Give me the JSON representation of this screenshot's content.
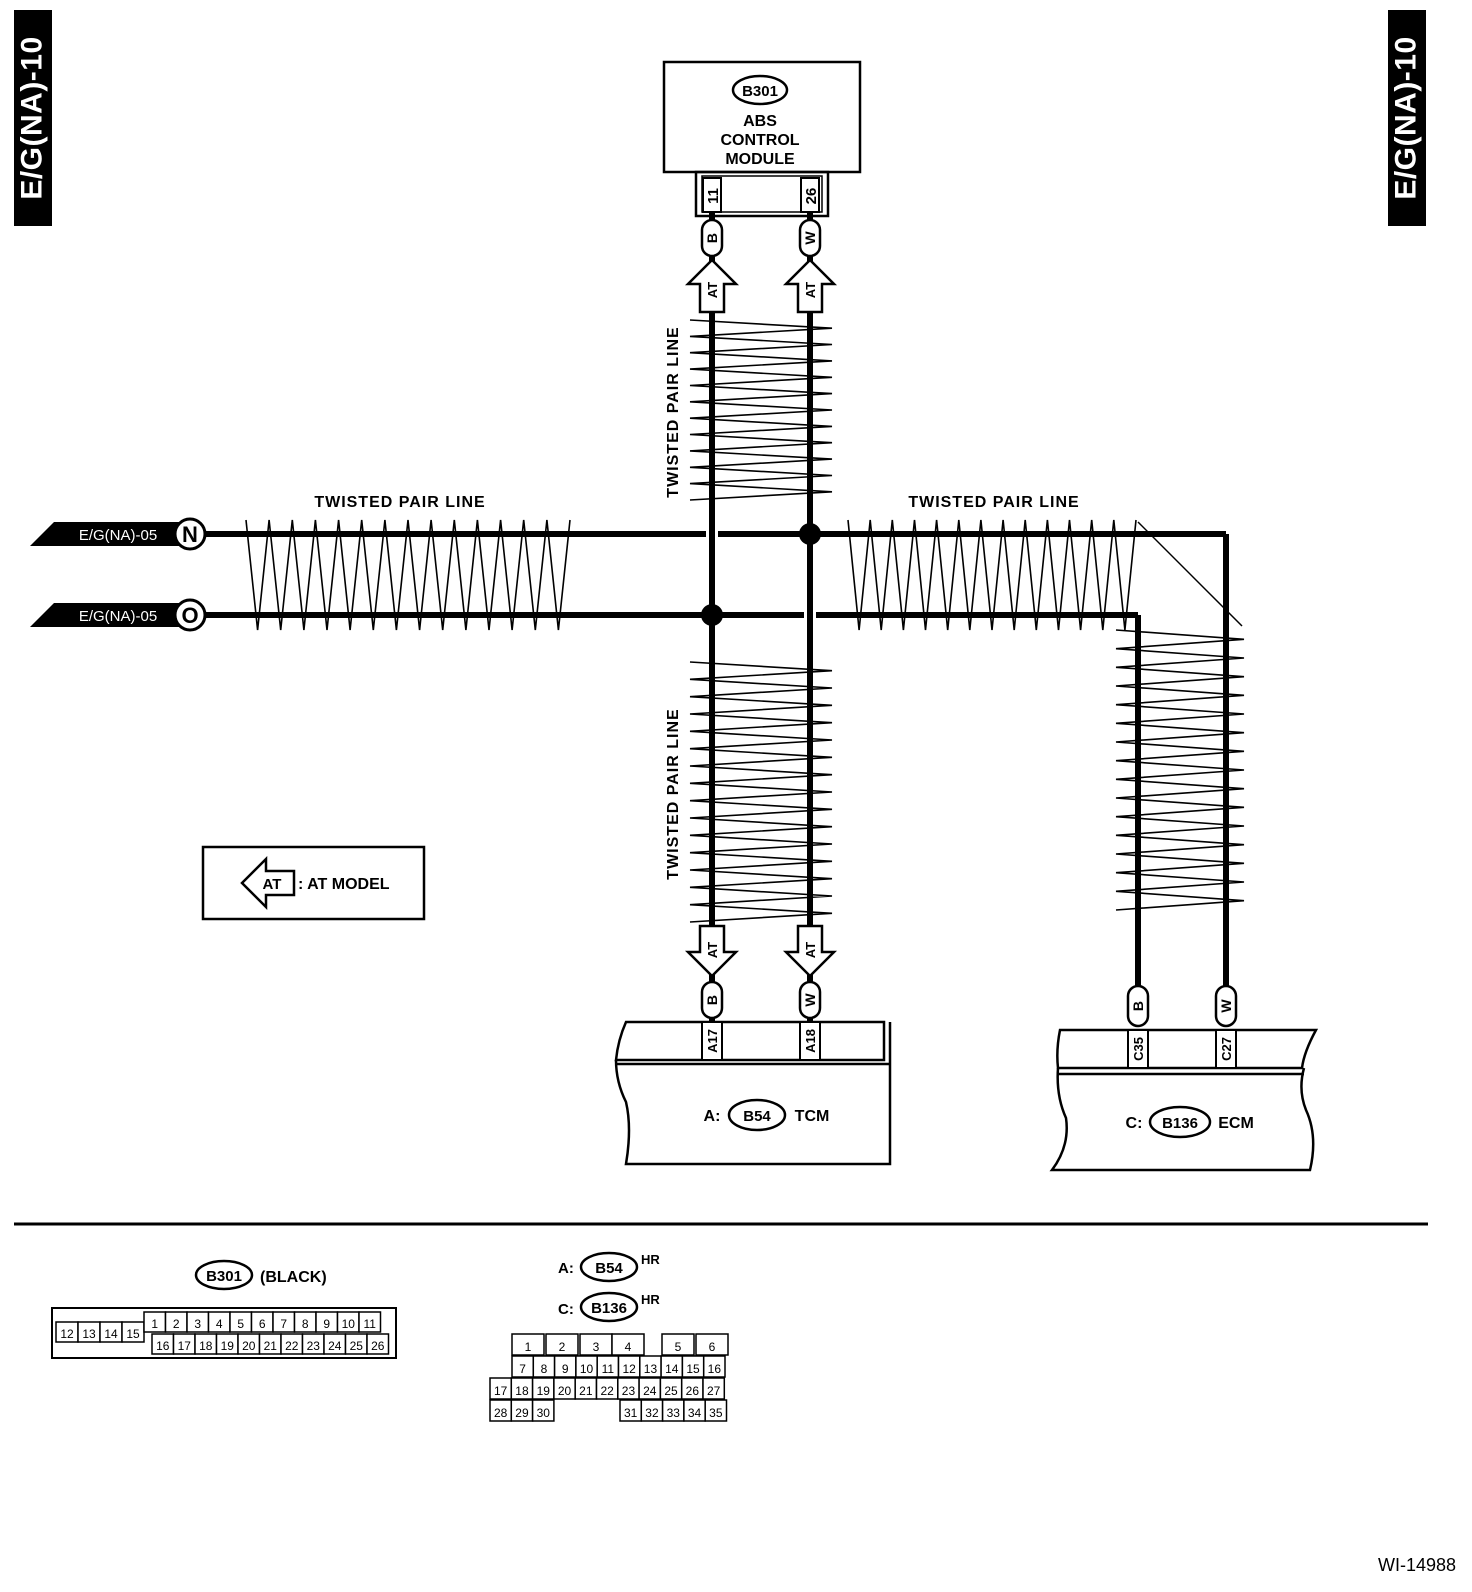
{
  "page": {
    "tab_left": "E/G(NA)-10",
    "tab_right": "E/G(NA)-10",
    "figure_id": "WI-14988"
  },
  "abs_module": {
    "connector": "B301",
    "name_line1": "ABS",
    "name_line2": "CONTROL",
    "name_line3": "MODULE",
    "pin_left": "11",
    "pin_right": "26",
    "wire_left": "B",
    "wire_right": "W"
  },
  "at_tag": "AT",
  "twisted_pair_label": "TWISTED PAIR LINE",
  "offpage": {
    "n_ref": "E/G(NA)-05",
    "n_symbol": "N",
    "o_ref": "E/G(NA)-05",
    "o_symbol": "O"
  },
  "legend": {
    "symbol": "AT",
    "text": ": AT MODEL"
  },
  "tcm": {
    "prefix": "A:",
    "connector": "B54",
    "name": "TCM",
    "pin_left": "A17",
    "pin_right": "A18",
    "wire_left": "B",
    "wire_right": "W"
  },
  "ecm": {
    "prefix": "C:",
    "connector": "B136",
    "name": "ECM",
    "pin_left": "C35",
    "pin_right": "C27",
    "wire_left": "B",
    "wire_right": "W"
  },
  "connector_b301": {
    "id": "B301",
    "color": "(BLACK)",
    "row1_left": [
      "12",
      "13",
      "14",
      "15"
    ],
    "row1": [
      "1",
      "2",
      "3",
      "4",
      "5",
      "6",
      "7",
      "8",
      "9",
      "10",
      "11"
    ],
    "row2": [
      "16",
      "17",
      "18",
      "19",
      "20",
      "21",
      "22",
      "23",
      "24",
      "25",
      "26"
    ]
  },
  "connector_b54_b136": {
    "a_prefix": "A:",
    "a_id": "B54",
    "a_suffix": "HR",
    "c_prefix": "C:",
    "c_id": "B136",
    "c_suffix": "HR",
    "row1": [
      "1",
      "2",
      "3",
      "4",
      "5",
      "6"
    ],
    "row2": [
      "7",
      "8",
      "9",
      "10",
      "11",
      "12",
      "13",
      "14",
      "15",
      "16"
    ],
    "row3": [
      "17",
      "18",
      "19",
      "20",
      "21",
      "22",
      "23",
      "24",
      "25",
      "26",
      "27"
    ],
    "row4a": [
      "28",
      "29",
      "30"
    ],
    "row4b": [
      "31",
      "32",
      "33",
      "34",
      "35"
    ]
  }
}
